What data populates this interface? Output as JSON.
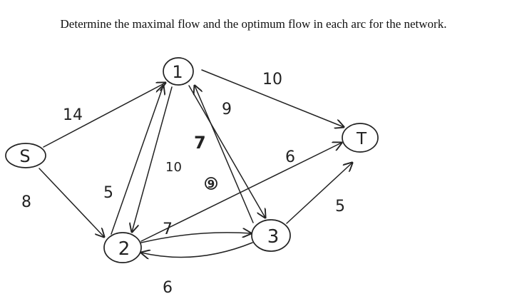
{
  "question": "Determine the maximal flow and the optimum flow in each arc for the network.",
  "nodes": [
    {
      "id": "S",
      "label": "S"
    },
    {
      "id": "1",
      "label": "1"
    },
    {
      "id": "2",
      "label": "2"
    },
    {
      "id": "3",
      "label": "3"
    },
    {
      "id": "T",
      "label": "T"
    }
  ],
  "edges": [
    {
      "from": "S",
      "to": "1",
      "capacity": "14"
    },
    {
      "from": "S",
      "to": "2",
      "capacity": "8"
    },
    {
      "from": "1",
      "to": "T",
      "capacity": "10"
    },
    {
      "from": "1",
      "to": "3",
      "capacity": "9"
    },
    {
      "from": "3",
      "to": "1",
      "capacity": "7"
    },
    {
      "from": "1",
      "to": "2",
      "capacity": "10"
    },
    {
      "from": "2",
      "to": "1",
      "capacity": "5"
    },
    {
      "from": "2",
      "to": "T",
      "capacity": "6"
    },
    {
      "from": "2",
      "to": "3",
      "capacity": "7"
    },
    {
      "from": "3",
      "to": "2",
      "capacity": "6"
    },
    {
      "from": "3",
      "to": "T",
      "capacity": "5"
    }
  ],
  "handwritten_mark": "9"
}
